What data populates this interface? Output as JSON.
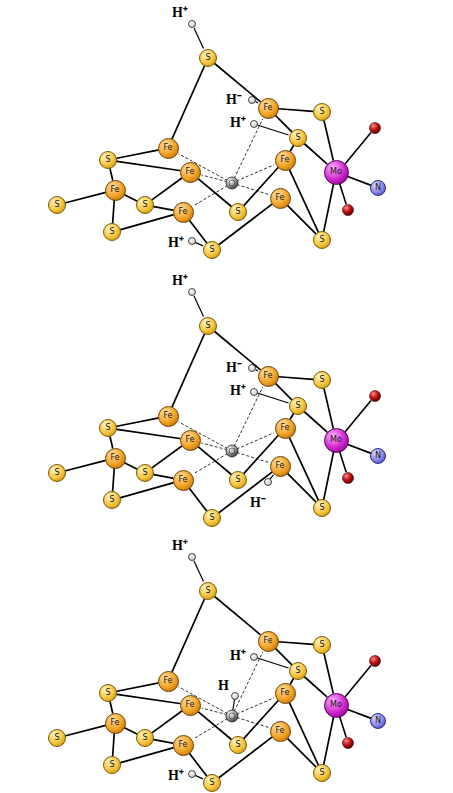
{
  "diagram": {
    "nodes": [
      {
        "text": [
          "S"
        ]
      },
      {
        "text": [
          "Fe"
        ]
      },
      {
        "text": [
          "S"
        ]
      },
      {
        "text": [
          "S"
        ]
      },
      {
        "text": [
          "S"
        ]
      },
      {
        "text": [
          "Fe"
        ]
      },
      {
        "text": [
          "Fe"
        ]
      },
      {
        "text": [
          "Fe"
        ]
      },
      {
        "text": [
          "S"
        ]
      },
      {
        "text": [
          "S"
        ]
      },
      {
        "text": [
          "S"
        ]
      },
      {
        "text": [
          "Fe"
        ]
      },
      {
        "text": [
          "Fe"
        ]
      },
      {
        "text": [
          "Fe"
        ]
      },
      {
        "text": [
          "S"
        ]
      },
      {
        "text": [
          "S"
        ]
      },
      {
        "text": [
          "S"
        ]
      },
      {
        "text": [
          "Mo"
        ]
      },
      {
        "text": [
          "N"
        ]
      },
      {
        "text": [
          "S"
        ]
      },
      {
        "text": [
          "Fe"
        ]
      },
      {
        "text": [
          "S"
        ]
      },
      {
        "text": [
          "S"
        ]
      },
      {
        "text": [
          "S"
        ]
      },
      {
        "text": [
          "Fe"
        ]
      },
      {
        "text": [
          "Fe"
        ]
      },
      {
        "text": [
          "Fe"
        ]
      },
      {
        "text": [
          "S"
        ]
      },
      {
        "text": [
          "S"
        ]
      },
      {
        "text": [
          "S"
        ]
      },
      {
        "text": [
          "Fe"
        ]
      },
      {
        "text": [
          "Fe"
        ]
      },
      {
        "text": [
          "Fe"
        ]
      },
      {
        "text": [
          "S"
        ]
      },
      {
        "text": [
          "S"
        ]
      },
      {
        "text": [
          "S"
        ]
      },
      {
        "text": [
          "Mo"
        ]
      },
      {
        "text": [
          "N"
        ]
      },
      {
        "text": [
          "S"
        ]
      },
      {
        "text": [
          "Fe"
        ]
      },
      {
        "text": [
          "S"
        ]
      },
      {
        "text": [
          "S"
        ]
      },
      {
        "text": [
          "S"
        ]
      },
      {
        "text": [
          "Fe"
        ]
      },
      {
        "text": [
          "Fe"
        ]
      },
      {
        "text": [
          "Fe"
        ]
      },
      {
        "text": [
          "S"
        ]
      },
      {
        "text": [
          "S"
        ]
      },
      {
        "text": [
          "S"
        ]
      },
      {
        "text": [
          "Fe"
        ]
      },
      {
        "text": [
          "Fe"
        ]
      },
      {
        "text": [
          "Fe"
        ]
      },
      {
        "text": [
          "S"
        ]
      },
      {
        "text": [
          "S"
        ]
      },
      {
        "text": [
          "S"
        ]
      },
      {
        "text": [
          "Mo"
        ]
      },
      {
        "text": [
          "N"
        ]
      }
    ],
    "edges": [
      {
        "from": 0,
        "to": 1,
        "arrow": "none"
      },
      {
        "from": 1,
        "to": 2,
        "arrow": "none"
      },
      {
        "from": 1,
        "to": 3,
        "arrow": "none"
      },
      {
        "from": 1,
        "to": 4,
        "arrow": "none"
      },
      {
        "from": 2,
        "to": 5,
        "arrow": "none"
      },
      {
        "from": 2,
        "to": 6,
        "arrow": "none"
      },
      {
        "from": 3,
        "to": 6,
        "arrow": "none"
      },
      {
        "from": 3,
        "to": 7,
        "arrow": "none"
      },
      {
        "from": 4,
        "to": 7,
        "arrow": "none"
      },
      {
        "from": 8,
        "to": 5,
        "arrow": "none"
      },
      {
        "from": 8,
        "to": 11,
        "arrow": "none"
      },
      {
        "from": 9,
        "to": 6,
        "arrow": "none"
      },
      {
        "from": 9,
        "to": 12,
        "arrow": "none"
      },
      {
        "from": 10,
        "to": 7,
        "arrow": "none"
      },
      {
        "from": 10,
        "to": 13,
        "arrow": "none"
      },
      {
        "from": 11,
        "to": 14,
        "arrow": "none"
      },
      {
        "from": 14,
        "to": 17,
        "arrow": "none"
      },
      {
        "from": 11,
        "to": 15,
        "arrow": "none"
      },
      {
        "from": 12,
        "to": 15,
        "arrow": "none"
      },
      {
        "from": 15,
        "to": 17,
        "arrow": "none"
      },
      {
        "from": 13,
        "to": 16,
        "arrow": "none"
      },
      {
        "from": 16,
        "to": 17,
        "arrow": "none"
      },
      {
        "from": 12,
        "to": 16,
        "arrow": "none"
      },
      {
        "from": 17,
        "to": 18,
        "arrow": "none"
      },
      {
        "from": 19,
        "to": 20,
        "arrow": "none"
      },
      {
        "from": 20,
        "to": 21,
        "arrow": "none"
      },
      {
        "from": 20,
        "to": 22,
        "arrow": "none"
      },
      {
        "from": 20,
        "to": 23,
        "arrow": "none"
      },
      {
        "from": 21,
        "to": 24,
        "arrow": "none"
      },
      {
        "from": 21,
        "to": 25,
        "arrow": "none"
      },
      {
        "from": 22,
        "to": 25,
        "arrow": "none"
      },
      {
        "from": 22,
        "to": 26,
        "arrow": "none"
      },
      {
        "from": 23,
        "to": 26,
        "arrow": "none"
      },
      {
        "from": 27,
        "to": 24,
        "arrow": "none"
      },
      {
        "from": 27,
        "to": 30,
        "arrow": "none"
      },
      {
        "from": 28,
        "to": 25,
        "arrow": "none"
      },
      {
        "from": 28,
        "to": 31,
        "arrow": "none"
      },
      {
        "from": 29,
        "to": 26,
        "arrow": "none"
      },
      {
        "from": 29,
        "to": 32,
        "arrow": "none"
      },
      {
        "from": 30,
        "to": 33,
        "arrow": "none"
      },
      {
        "from": 33,
        "to": 36,
        "arrow": "none"
      },
      {
        "from": 30,
        "to": 34,
        "arrow": "none"
      },
      {
        "from": 31,
        "to": 34,
        "arrow": "none"
      },
      {
        "from": 34,
        "to": 36,
        "arrow": "none"
      },
      {
        "from": 32,
        "to": 35,
        "arrow": "none"
      },
      {
        "from": 35,
        "to": 36,
        "arrow": "none"
      },
      {
        "from": 31,
        "to": 35,
        "arrow": "none"
      },
      {
        "from": 36,
        "to": 37,
        "arrow": "none"
      },
      {
        "from": 38,
        "to": 39,
        "arrow": "none"
      },
      {
        "from": 39,
        "to": 40,
        "arrow": "none"
      },
      {
        "from": 39,
        "to": 41,
        "arrow": "none"
      },
      {
        "from": 39,
        "to": 42,
        "arrow": "none"
      },
      {
        "from": 40,
        "to": 43,
        "arrow": "none"
      },
      {
        "from": 40,
        "to": 44,
        "arrow": "none"
      },
      {
        "from": 41,
        "to": 44,
        "arrow": "none"
      },
      {
        "from": 41,
        "to": 45,
        "arrow": "none"
      },
      {
        "from": 42,
        "to": 45,
        "arrow": "none"
      },
      {
        "from": 46,
        "to": 43,
        "arrow": "none"
      },
      {
        "from": 46,
        "to": 49,
        "arrow": "none"
      },
      {
        "from": 47,
        "to": 44,
        "arrow": "none"
      },
      {
        "from": 47,
        "to": 50,
        "arrow": "none"
      },
      {
        "from": 48,
        "to": 45,
        "arrow": "none"
      },
      {
        "from": 48,
        "to": 51,
        "arrow": "none"
      },
      {
        "from": 49,
        "to": 52,
        "arrow": "none"
      },
      {
        "from": 52,
        "to": 55,
        "arrow": "none"
      },
      {
        "from": 49,
        "to": 53,
        "arrow": "none"
      },
      {
        "from": 50,
        "to": 53,
        "arrow": "none"
      },
      {
        "from": 53,
        "to": 55,
        "arrow": "none"
      },
      {
        "from": 51,
        "to": 54,
        "arrow": "none"
      },
      {
        "from": 54,
        "to": 55,
        "arrow": "none"
      },
      {
        "from": 50,
        "to": 54,
        "arrow": "none"
      },
      {
        "from": 55,
        "to": 56,
        "arrow": "none"
      }
    ],
    "labels": [
      "H⁺",
      "H⁻",
      "H⁺",
      "H⁺",
      "H⁺",
      "H⁻",
      "H⁺",
      "H⁻",
      "H⁺",
      "H",
      "H⁺",
      "H⁺"
    ]
  }
}
